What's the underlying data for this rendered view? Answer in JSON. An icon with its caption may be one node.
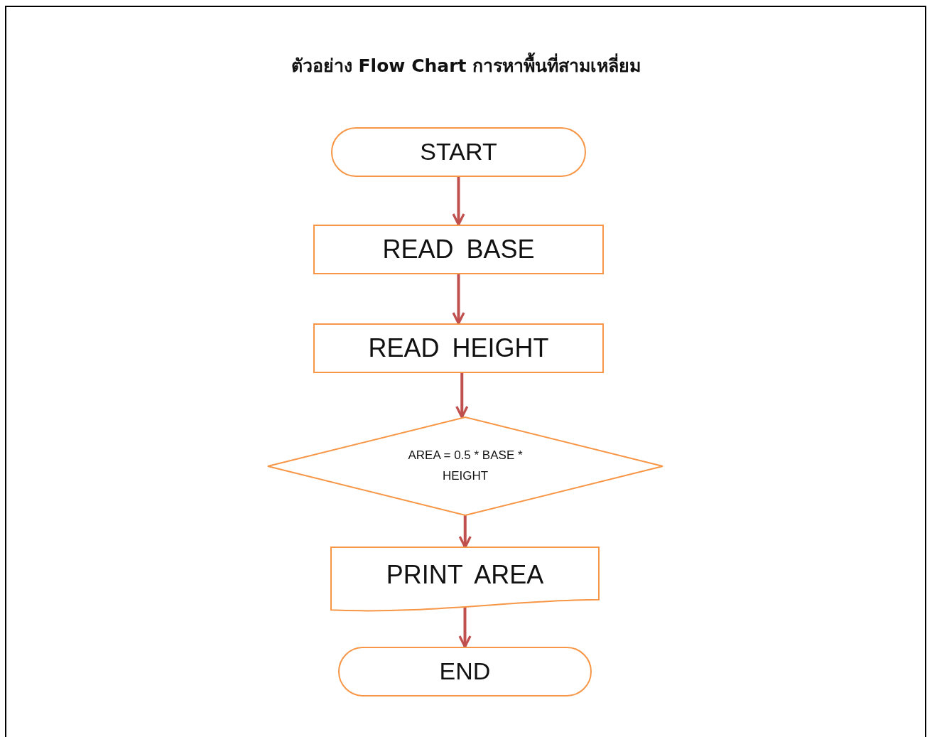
{
  "diagram": {
    "title": "ตัวอย่าง Flow Chart การหาพื้นที่สามเหลี่ยม",
    "nodes": [
      {
        "text": [
          "START"
        ]
      },
      {
        "text": [
          "READ BASE"
        ]
      },
      {
        "text": [
          "READ HEIGHT"
        ]
      },
      {
        "text": [
          "AREA = 0.5 * BASE * HEIGHT"
        ]
      },
      {
        "text": [
          "PRINT AREA"
        ]
      },
      {
        "text": [
          "END"
        ]
      }
    ],
    "edges": [
      {
        "from": 0,
        "to": 1,
        "arrow": "to"
      },
      {
        "from": 1,
        "to": 2,
        "arrow": "to"
      },
      {
        "from": 2,
        "to": 3,
        "arrow": "to"
      },
      {
        "from": 3,
        "to": 4,
        "arrow": "to"
      },
      {
        "from": 4,
        "to": 5,
        "arrow": "to"
      }
    ]
  }
}
